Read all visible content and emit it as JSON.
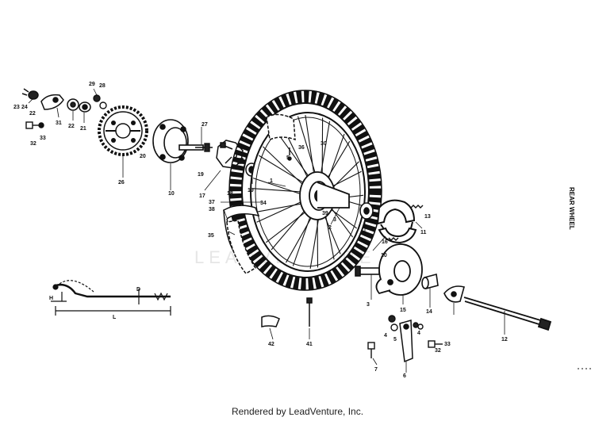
{
  "side_title": "REAR WHEEL",
  "watermark": "LEADVENTURE",
  "footer": "Rendered by LeadVenture, Inc.",
  "dimension_labels": [
    "D",
    "L",
    "H"
  ],
  "callouts": [
    "23",
    "24",
    "22",
    "31",
    "22",
    "21",
    "29",
    "28",
    "32",
    "33",
    "26",
    "20",
    "27",
    "10",
    "19",
    "19",
    "17",
    "18",
    "5",
    "36",
    "30",
    "1",
    "37",
    "38",
    "34",
    "35",
    "39",
    "3",
    "2",
    "9",
    "10",
    "11",
    "16",
    "13",
    "3",
    "15",
    "4",
    "5",
    "14",
    "42",
    "41",
    "4",
    "7",
    "6",
    "12",
    "32",
    "33"
  ]
}
